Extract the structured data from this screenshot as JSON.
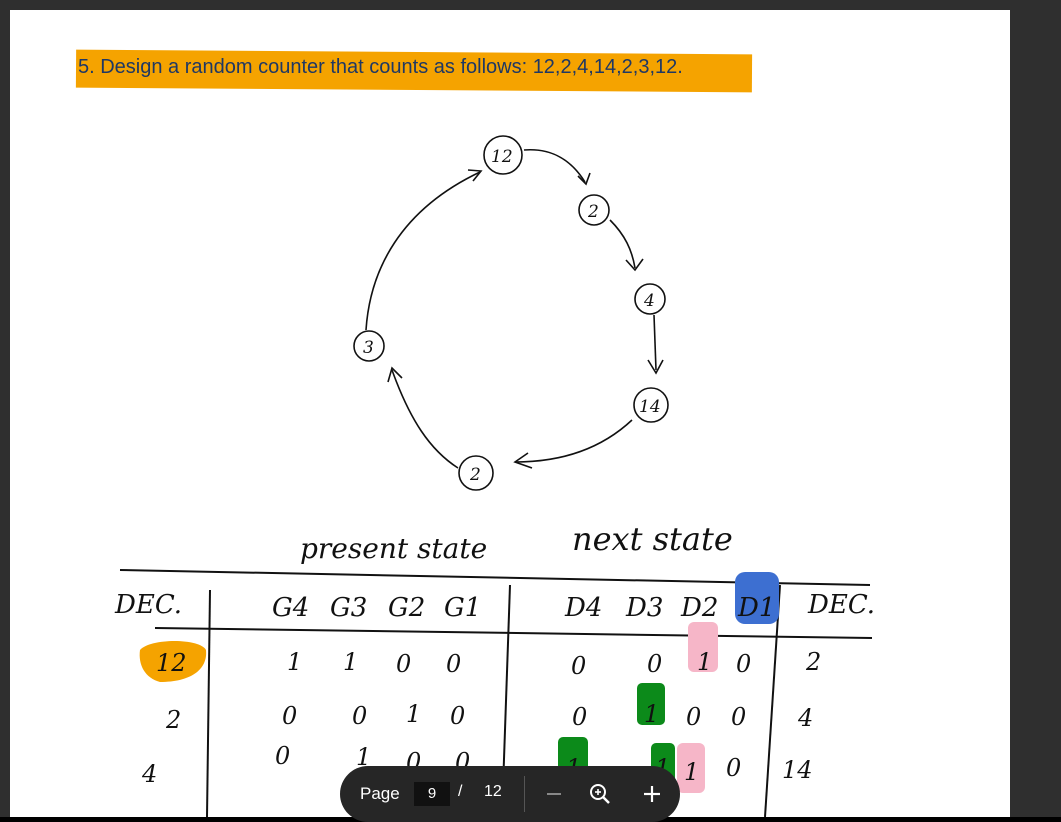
{
  "question": "5. Design a random counter that counts as follows: 12,2,4,14,2,3,12.",
  "diagram": {
    "states": [
      "12",
      "2",
      "4",
      "14",
      "2",
      "3"
    ]
  },
  "table": {
    "present_state_label": "present state",
    "next_state_label": "next state",
    "headers": {
      "dec_left": "DEC.",
      "present": [
        "G4",
        "G3",
        "G2",
        "G1"
      ],
      "next": [
        "D4",
        "D3",
        "D2",
        "D1"
      ],
      "dec_right": "DEC."
    },
    "rows": [
      {
        "dec": "12",
        "present": [
          "1",
          "1",
          "0",
          "0"
        ],
        "next": [
          "0",
          "0",
          "1",
          "0"
        ],
        "dec_next": "2"
      },
      {
        "dec": "2",
        "present": [
          "0",
          "0",
          "1",
          "0"
        ],
        "next": [
          "0",
          "1",
          "0",
          "0"
        ],
        "dec_next": "4"
      },
      {
        "dec": "4",
        "present": [
          "0",
          "1",
          "0",
          "0"
        ],
        "next": [
          "1",
          "1",
          "1",
          "0"
        ],
        "dec_next": "14"
      }
    ]
  },
  "toolbar": {
    "page_label": "Page",
    "current_page": "9",
    "separator": "/",
    "total_pages": "12"
  },
  "colors": {
    "highlight_orange": "#f5a300",
    "highlight_blue": "#3d6fd1",
    "highlight_green": "#0c8a1a",
    "highlight_pink": "#f6b6c8"
  }
}
